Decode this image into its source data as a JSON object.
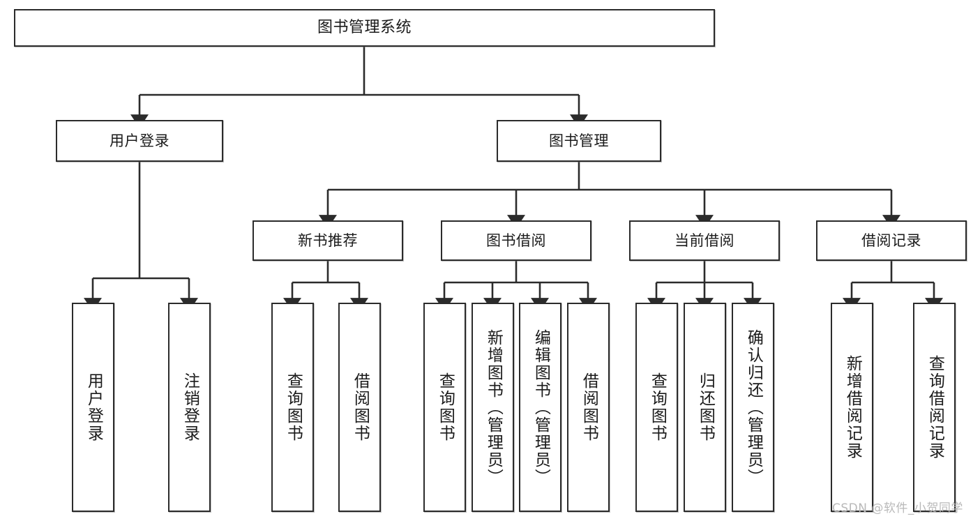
{
  "diagram": {
    "title": "图书管理系统",
    "type": "tree",
    "background": "#ffffff",
    "line_color": "#2b2b2b",
    "text_color": "#1a1a1a",
    "root": {
      "id": "root",
      "label": "图书管理系统"
    },
    "level2": [
      {
        "id": "user-login",
        "label": "用户登录"
      },
      {
        "id": "book-manage",
        "label": "图书管理"
      }
    ],
    "level3": [
      {
        "id": "new-book-recommend",
        "label": "新书推荐",
        "parent": "book-manage"
      },
      {
        "id": "book-borrow",
        "label": "图书借阅",
        "parent": "book-manage"
      },
      {
        "id": "current-borrow",
        "label": "当前借阅",
        "parent": "book-manage"
      },
      {
        "id": "borrow-record",
        "label": "借阅记录",
        "parent": "book-manage"
      }
    ],
    "leaves": [
      {
        "id": "leaf-user-login",
        "label": "用户登录",
        "parent": "user-login"
      },
      {
        "id": "leaf-logout",
        "label": "注销登录",
        "parent": "user-login"
      },
      {
        "id": "leaf-query-book-1",
        "label": "查询图书",
        "parent": "new-book-recommend"
      },
      {
        "id": "leaf-borrow-book-1",
        "label": "借阅图书",
        "parent": "new-book-recommend"
      },
      {
        "id": "leaf-query-book-2",
        "label": "查询图书",
        "parent": "book-borrow"
      },
      {
        "id": "leaf-add-book",
        "label": "新增图书（管理员）",
        "parent": "book-borrow"
      },
      {
        "id": "leaf-edit-book",
        "label": "编辑图书（管理员）",
        "parent": "book-borrow"
      },
      {
        "id": "leaf-borrow-book-2",
        "label": "借阅图书",
        "parent": "book-borrow"
      },
      {
        "id": "leaf-query-book-3",
        "label": "查询图书",
        "parent": "current-borrow"
      },
      {
        "id": "leaf-return-book",
        "label": "归还图书",
        "parent": "current-borrow"
      },
      {
        "id": "leaf-confirm-return",
        "label": "确认归还（管理员）",
        "parent": "current-borrow"
      },
      {
        "id": "leaf-add-record",
        "label": "新增借阅记录",
        "parent": "borrow-record"
      },
      {
        "id": "leaf-query-record",
        "label": "查询借阅记录",
        "parent": "borrow-record"
      }
    ]
  },
  "watermark": {
    "text": "CSDN @软件_小贺同学"
  }
}
